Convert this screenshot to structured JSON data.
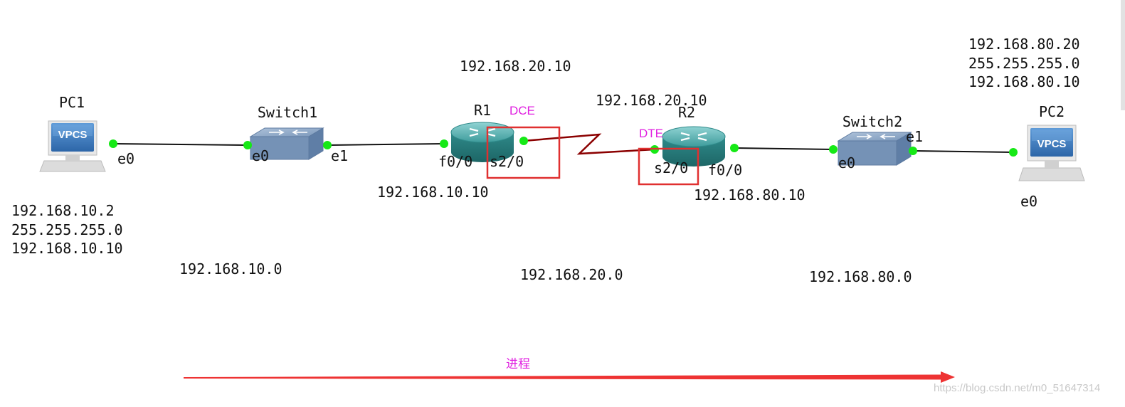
{
  "devices": {
    "pc1": {
      "name": "PC1",
      "badge": "VPCS"
    },
    "pc2": {
      "name": "PC2",
      "badge": "VPCS"
    },
    "switch1": {
      "name": "Switch1"
    },
    "switch2": {
      "name": "Switch2"
    },
    "r1": {
      "name": "R1"
    },
    "r2": {
      "name": "R2"
    }
  },
  "ports": {
    "pc1_e0": "e0",
    "sw1_e0": "e0",
    "sw1_e1": "e1",
    "r1_f0": "f0/0",
    "r1_s2": "s2/0",
    "r2_s2": "s2/0",
    "r2_f0": "f0/0",
    "sw2_e0": "e0",
    "sw2_e1": "e1",
    "pc2_e0": "e0"
  },
  "serial_roles": {
    "r1": "DCE",
    "r2": "DTE"
  },
  "pc1_config": [
    "192.168.10.2",
    "255.255.255.0",
    "192.168.10.10"
  ],
  "pc2_config": [
    "192.168.80.20",
    "255.255.255.0",
    "192.168.80.10"
  ],
  "addresses": {
    "r1_serial": "192.168.20.10",
    "r2_serial": "192.168.20.10",
    "r1_fa": "192.168.10.10",
    "r2_fa": "192.168.80.10"
  },
  "networks": [
    "192.168.10.0",
    "192.168.20.0",
    "192.168.80.0"
  ],
  "process_label": "进程",
  "watermark": "https://blog.csdn.net/m0_51647314",
  "colors": {
    "port_dot": "#16e916",
    "link": "#111111",
    "serial_link": "#8b0000",
    "highlight_box": "#e03030",
    "arrow": "#ee3333",
    "router_body": "#3a9a9a",
    "switch_body": "#7f9bbd",
    "vpcs_screen": "#3f7fc4"
  }
}
